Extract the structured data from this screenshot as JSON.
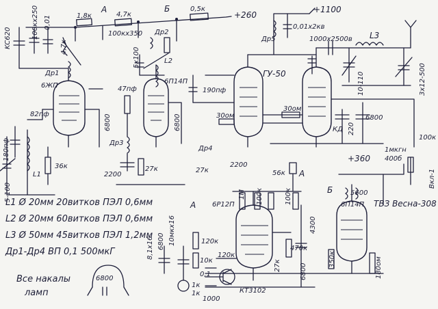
{
  "labels": {
    "kc620": "KC620",
    "k100_250": "100кх250",
    "c0_01": "0,01",
    "r4k7_left": "4,7к",
    "r1_8k": "1,8к",
    "a_top": "А",
    "r4_7k": "4,7к",
    "k100_350": "100кх350",
    "b_top": "Б",
    "r0_5k": "0,5к",
    "plus260": "+260",
    "dr1": "Др1",
    "dr2": "Др2",
    "c5k100": "5х100",
    "l2": "L2",
    "tube_6zhp": "6ЖП",
    "tube_6p14p_top": "6П14П",
    "c47pf": "47пф",
    "c6800_a": "6800",
    "c6800_b": "6800",
    "dr3": "Др3",
    "c2200_a": "2200",
    "r27k_a": "27к",
    "c82pf": "82пф",
    "c180pf": "180пф",
    "c5_100": "5-100",
    "l1": "L1",
    "r36k": "36к",
    "c190pf": "190пф",
    "tube_gu50": "ГУ-50",
    "r30om_left": "30ом",
    "r30om_right": "30ом",
    "dr4": "Др4",
    "r27k_b": "27к",
    "c2200_b": "2200",
    "dr5": "Др5",
    "plus1100": "+1100",
    "c0_01x2kv": "0,01х2кв",
    "c1000x2500v": "1000х2500в",
    "l3": "L3",
    "c10_110": "10-110",
    "c3x12_500": "3х12-500",
    "kd": "КД",
    "c220": "220",
    "c6800_c": "6800",
    "l1mkgn": "1мкгн",
    "c400b": "400б",
    "r100k_right": "100к",
    "vkl1": "Вкл-1",
    "r56k": "56к",
    "a_mid": "А",
    "plus360": "+360",
    "b_mid": "Б",
    "c5600": "5600",
    "tvz": "ТВЗ Весна-308",
    "tube_6r12p": "6Р12П",
    "tube_6p14p_bottom": "6П14П",
    "r470k": "470к",
    "c4300": "4300",
    "r350k": "350к",
    "r180om": "180ом",
    "c6800_d": "6800",
    "r27k_c": "27к",
    "r1m": "1М",
    "r100k_c": "100к",
    "r100k_d": "100к",
    "r120k_top": "120к",
    "kt3102": "КТ3102",
    "a_bottom": "А",
    "r120k_side": "120к",
    "r10k": "10к",
    "c0_1": "0,1",
    "c1000": "1000",
    "r1k_a": "1к",
    "r1k_b": "1к",
    "c10mkx16": "10мкх16",
    "c6800_e": "6800",
    "c8_1x16": "8,1х16",
    "c6800_f": "6800"
  },
  "notes": {
    "l1": "L1 Ø 20мм 20витков ПЭЛ 0,6мм",
    "l2": "L2 Ø 20мм 60витков ПЭЛ 0,6мм",
    "l3": "L3 Ø 50мм 45витков ПЭЛ 1,2мм",
    "dr": "Др1-Др4 ВП 0,1 500мкГ",
    "heaters_line1": "Все накалы",
    "heaters_line2": "ламп"
  }
}
